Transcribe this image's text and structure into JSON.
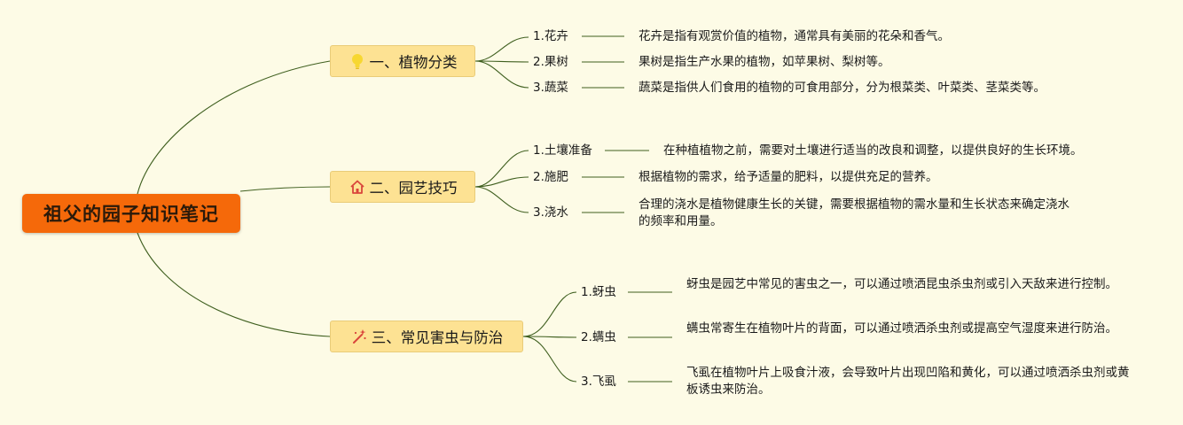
{
  "root": {
    "title": "祖父的园子知识笔记"
  },
  "branches": [
    {
      "title": "一、植物分类",
      "icon": "lightbulb-icon",
      "items": [
        {
          "label": "1.花卉",
          "desc": "花卉是指有观赏价值的植物，通常具有美丽的花朵和香气。"
        },
        {
          "label": "2.果树",
          "desc": "果树是指生产水果的植物，如苹果树、梨树等。"
        },
        {
          "label": "3.蔬菜",
          "desc": "蔬菜是指供人们食用的植物的可食用部分，分为根菜类、叶菜类、茎菜类等。"
        }
      ]
    },
    {
      "title": "二、园艺技巧",
      "icon": "house-icon",
      "items": [
        {
          "label": "1.土壤准备",
          "desc": "在种植植物之前，需要对土壤进行适当的改良和调整，以提供良好的生长环境。"
        },
        {
          "label": "2.施肥",
          "desc": "根据植物的需求，给予适量的肥料，以提供充足的营养。"
        },
        {
          "label": "3.浇水",
          "desc": "合理的浇水是植物健康生长的关键，需要根据植物的需水量和生长状态来确定浇水的频率和用量。"
        }
      ]
    },
    {
      "title": "三、常见害虫与防治",
      "icon": "sparkle-wand-icon",
      "items": [
        {
          "label": "1.蚜虫",
          "desc": "蚜虫是园艺中常见的害虫之一，可以通过喷洒昆虫杀虫剂或引入天敌来进行控制。"
        },
        {
          "label": "2.螨虫",
          "desc": "螨虫常寄生在植物叶片的背面，可以通过喷洒杀虫剂或提高空气湿度来进行防治。"
        },
        {
          "label": "3.飞虱",
          "desc": "飞虱在植物叶片上吸食汁液，会导致叶片出现凹陷和黄化，可以通过喷洒杀虫剂或黄板诱虫来防治。"
        }
      ]
    }
  ],
  "colors": {
    "background": "#fdfbe6",
    "root_fill": "#f5690a",
    "branch_fill": "#fde293",
    "connector": "#3f5f1f",
    "icon_lightbulb": "#f7d731",
    "icon_house": "#d9453b",
    "icon_wand": "#d9453b"
  }
}
